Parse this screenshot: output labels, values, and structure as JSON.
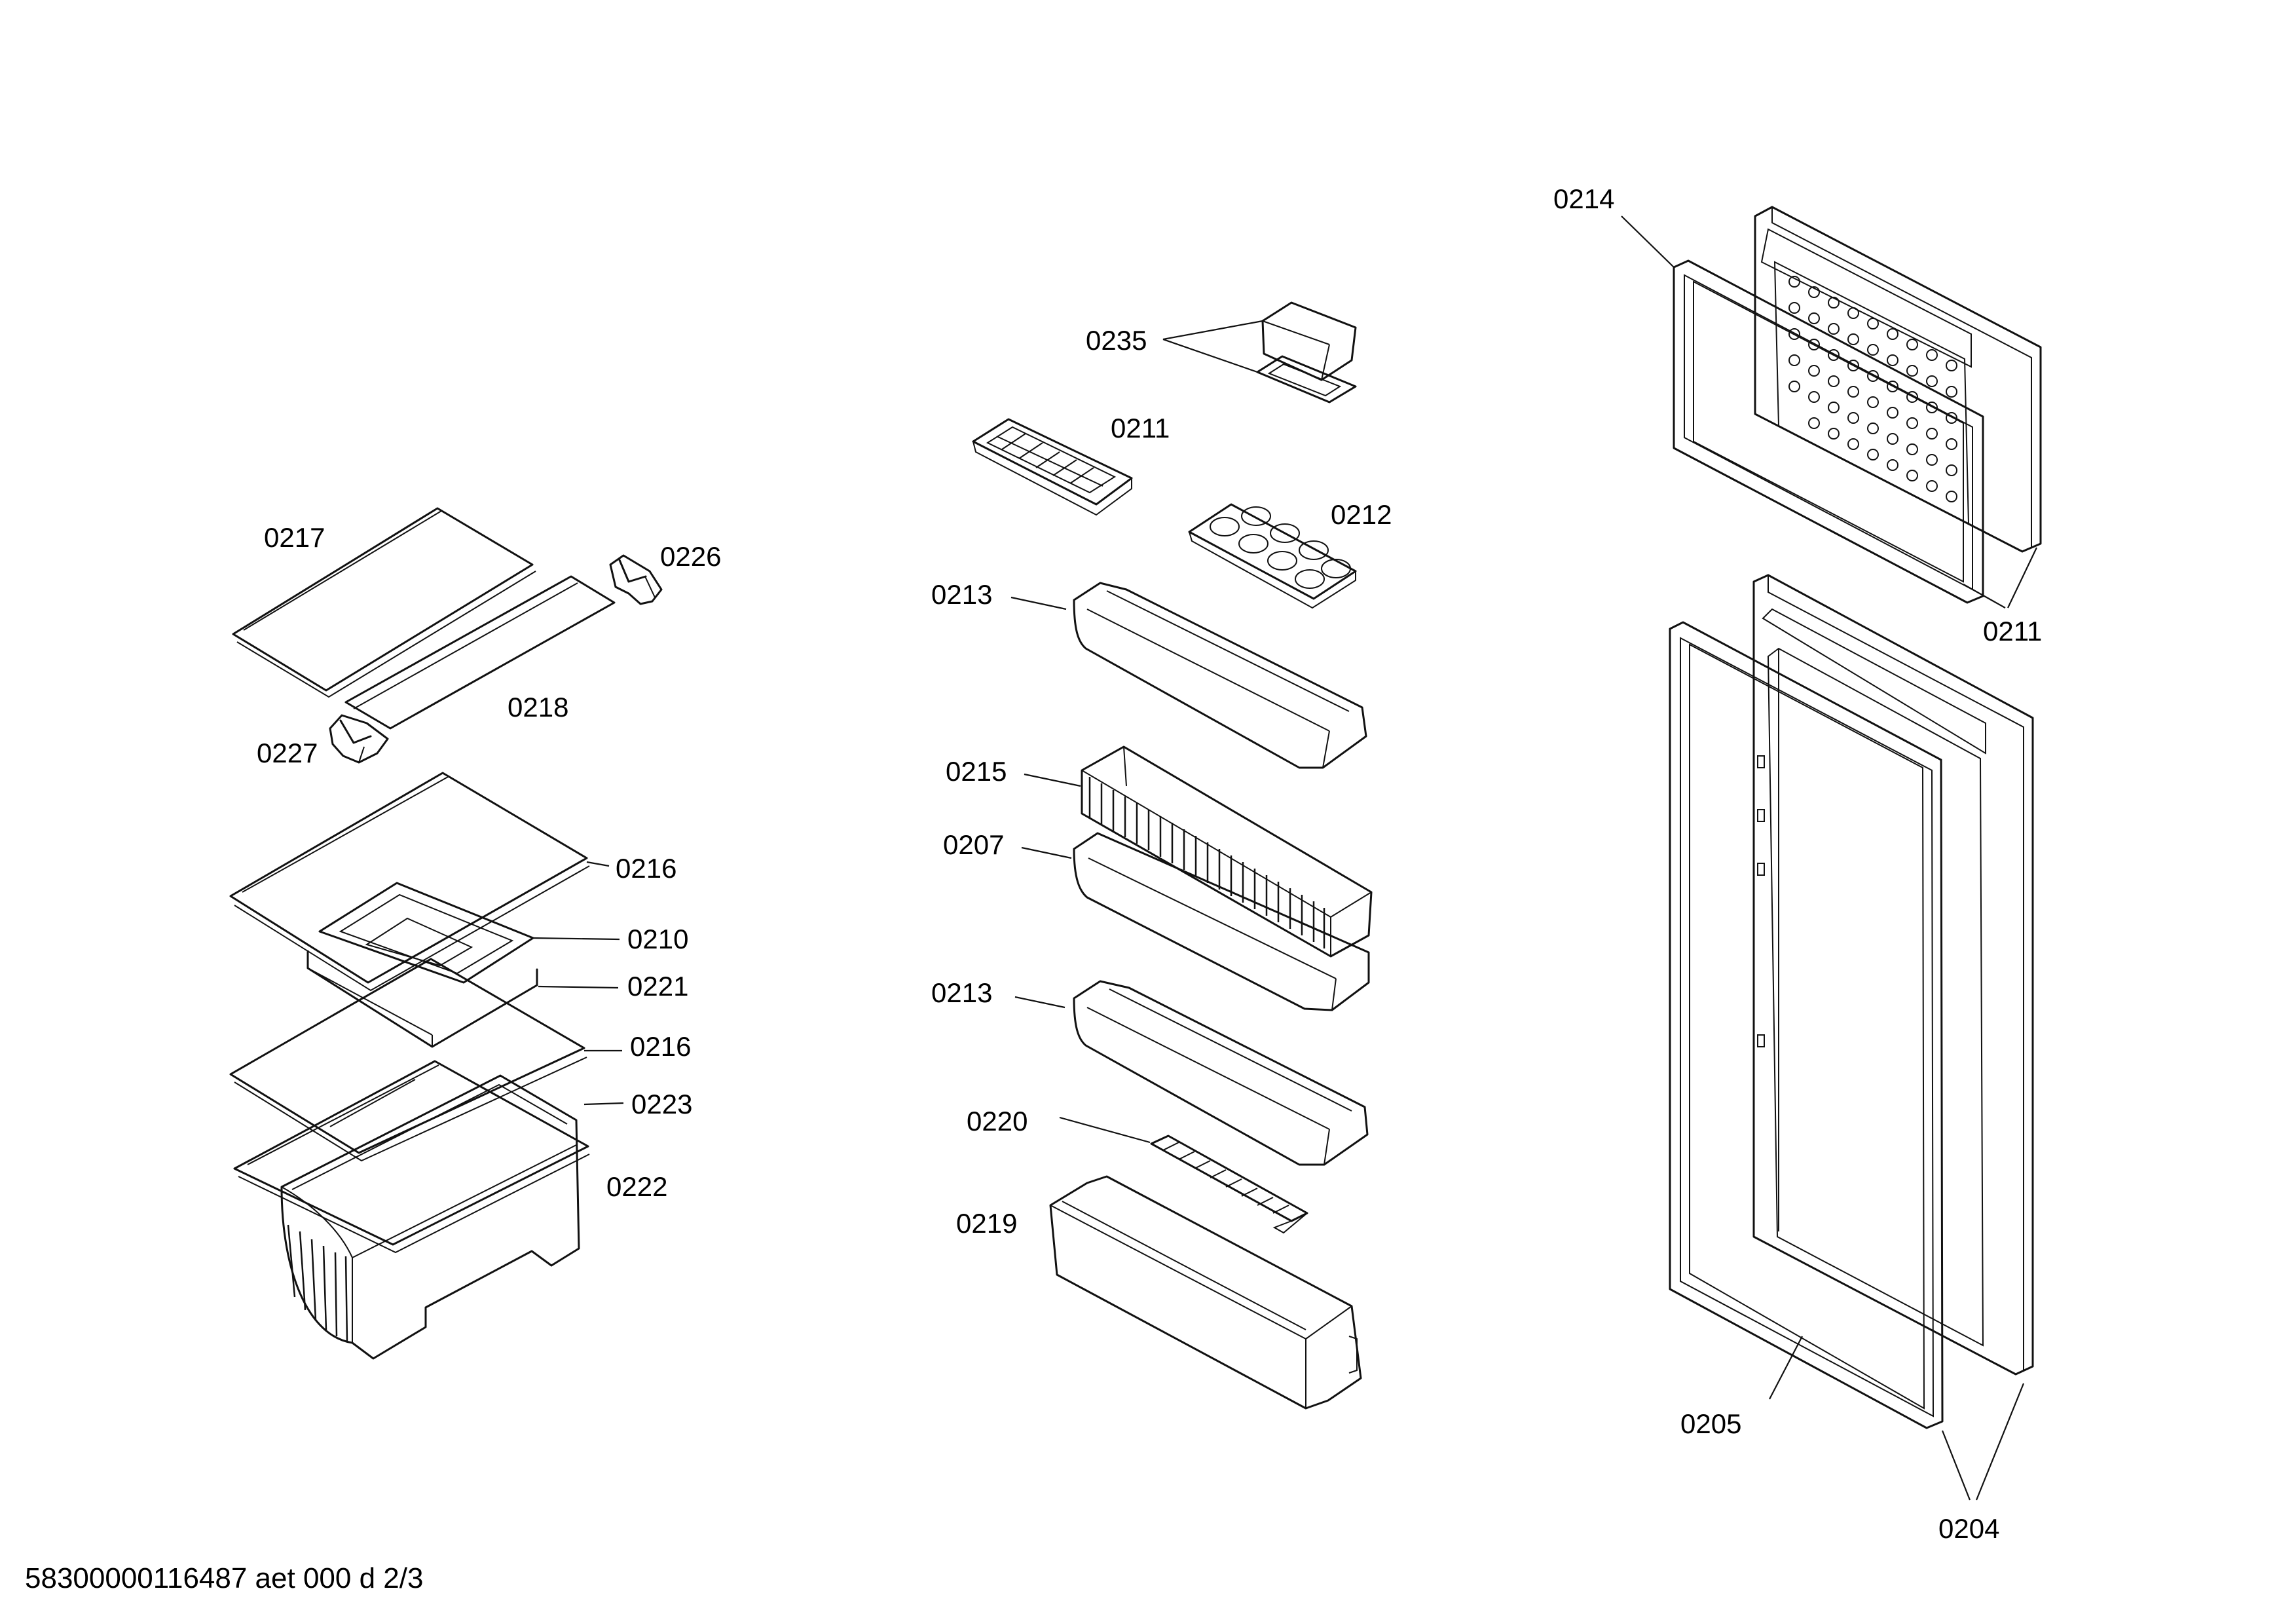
{
  "diagram": {
    "labels": {
      "l0235": "0235",
      "l0211a": "0211",
      "l0212": "0212",
      "l0213a": "0213",
      "l0215": "0215",
      "l0207": "0207",
      "l0213b": "0213",
      "l0220": "0220",
      "l0219": "0219",
      "l0217": "0217",
      "l0226": "0226",
      "l0218": "0218",
      "l0227": "0227",
      "l0216a": "0216",
      "l0210": "0210",
      "l0221": "0221",
      "l0216b": "0216",
      "l0223": "0223",
      "l0222": "0222",
      "l0214": "0214",
      "l0211b": "0211",
      "l0205": "0205",
      "l0204": "0204"
    },
    "footer": "58300000116487 aet 000 d 2/3"
  }
}
